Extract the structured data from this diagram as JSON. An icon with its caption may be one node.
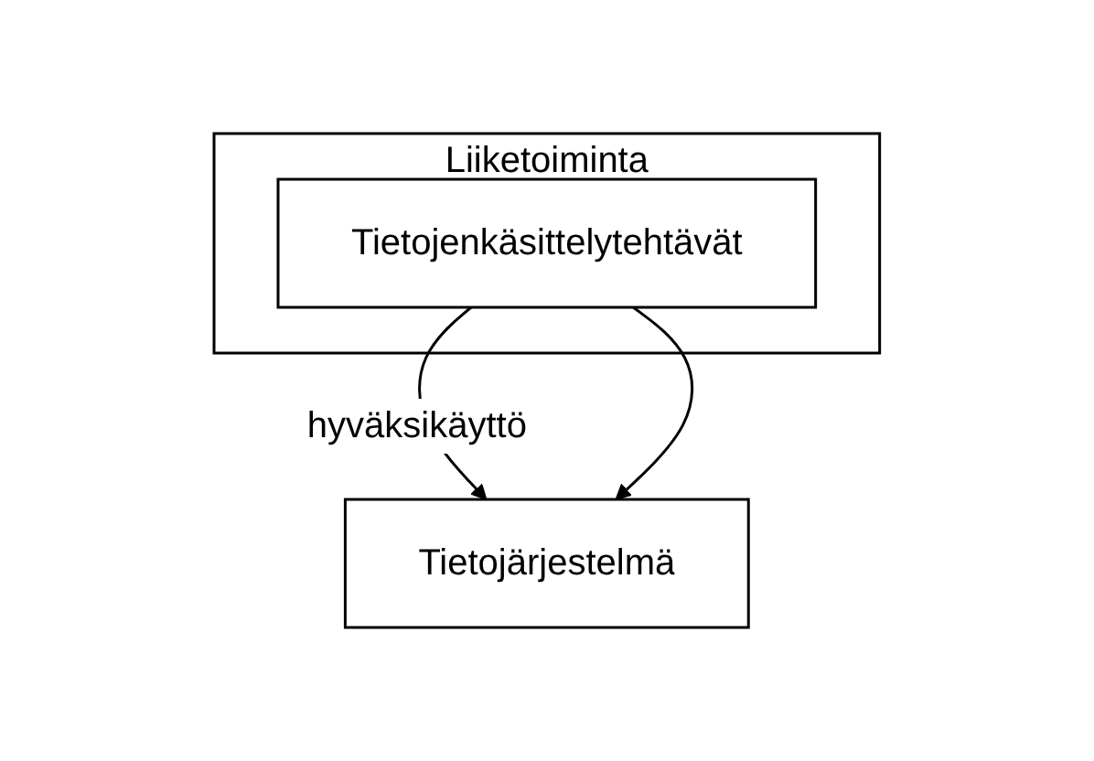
{
  "diagram": {
    "nodes": [
      {
        "text": [
          "Liiketoiminta"
        ]
      },
      {
        "text": [
          "Tietojenkäsittelytehtävät"
        ],
        "in": 0
      },
      {
        "text": [
          "Tietojärjestelmä"
        ]
      }
    ],
    "edges": [
      {
        "from": 1,
        "to": 2,
        "arrow": "to",
        "label": "hyväksikäyttö"
      },
      {
        "from": 1,
        "to": 2,
        "arrow": "to"
      }
    ]
  }
}
